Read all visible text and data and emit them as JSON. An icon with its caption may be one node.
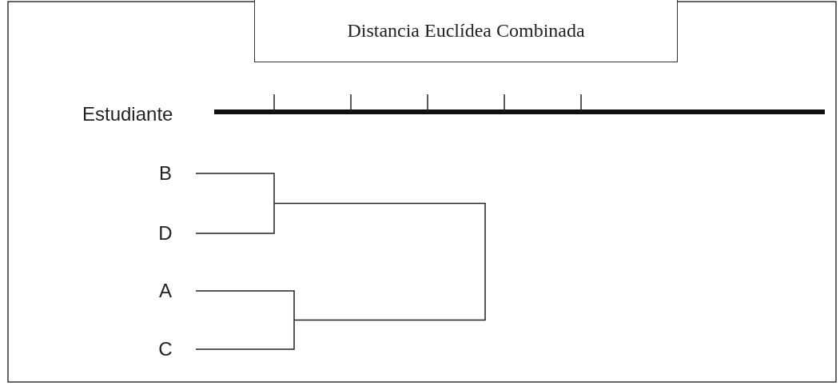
{
  "diagram": {
    "title": "Distancia Euclídea Combinada",
    "nodes": [
      {
        "text": [
          "B"
        ]
      },
      {
        "text": [
          "D"
        ]
      },
      {
        "text": [
          "A"
        ]
      },
      {
        "text": [
          "C"
        ]
      }
    ],
    "edges": [
      {
        "from": 0,
        "to": 1,
        "arrow": "none"
      },
      {
        "from": 2,
        "to": 3,
        "arrow": "none"
      }
    ],
    "labels": [
      "Estudiante"
    ]
  }
}
